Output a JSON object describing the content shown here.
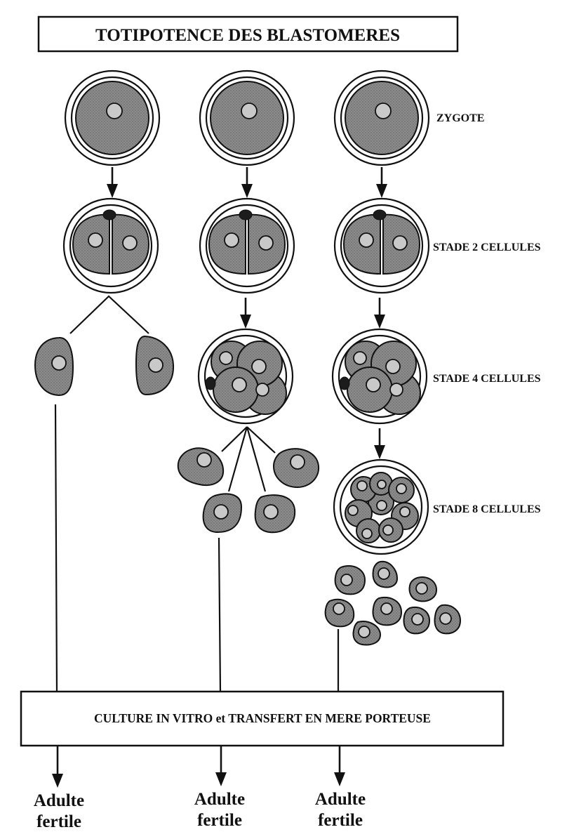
{
  "title": "TOTIPOTENCE DES BLASTOMERES",
  "stages": {
    "zygote": "ZYGOTE",
    "two_cells": "STADE 2 CELLULES",
    "four_cells": "STADE 4 CELLULES",
    "eight_cells": "STADE 8 CELLULES"
  },
  "culture_box": "CULTURE IN VITRO et TRANSFERT EN MERE PORTEUSE",
  "outcomes": [
    {
      "line1": "Adulte",
      "line2": "fertile"
    },
    {
      "line1": "Adulte",
      "line2": "fertile"
    },
    {
      "line1": "Adulte",
      "line2": "fertile"
    }
  ]
}
